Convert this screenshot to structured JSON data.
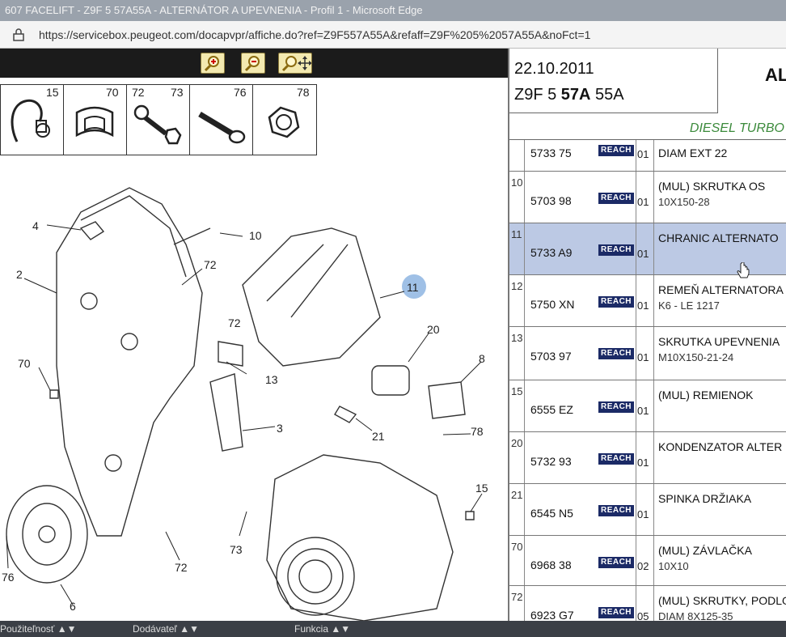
{
  "window": {
    "title": "607 FACELIFT - Z9F 5 57A55A - ALTERNÁTOR A UPEVNENIA - Profil 1 - Microsoft Edge"
  },
  "address": {
    "url": "https://servicebox.peugeot.com/docapvpr/affiche.do?ref=Z9F557A55A&refaff=Z9F%205%2057A55A&noFct=1"
  },
  "toolbar": {
    "zoom_in": "zoom-in",
    "zoom_out": "zoom-out",
    "zoom_pan": "zoom-pan"
  },
  "parts_strip": [
    {
      "num": "15",
      "icon": "clip-icon"
    },
    {
      "num": "70",
      "icon": "cotter-icon"
    },
    {
      "num": "72",
      "num2": "73",
      "icon": "bolt-nut-icon"
    },
    {
      "num": "76",
      "icon": "screw-icon"
    },
    {
      "num": "78",
      "icon": "nut-icon"
    }
  ],
  "diagram": {
    "callouts": [
      "4",
      "10",
      "72",
      "2",
      "72",
      "11",
      "70",
      "20",
      "8",
      "13",
      "3",
      "21",
      "78",
      "15",
      "73",
      "72",
      "76",
      "6"
    ]
  },
  "header": {
    "date": "22.10.2011",
    "code_a": "Z9F 5 ",
    "code_b": "57A",
    "code_c": " 55A",
    "title_partial": "AL",
    "engine": "DIESEL TURBO"
  },
  "rows": [
    {
      "ref": "",
      "pn": "5733 75",
      "reach": "REACH",
      "qty": "01",
      "desc": "DIAM EXT 22",
      "desc2": ""
    },
    {
      "ref": "10",
      "pn": "5703 98",
      "reach": "REACH",
      "qty": "01",
      "desc": "(MUL) SKRUTKA OS",
      "desc2": "10X150-28"
    },
    {
      "ref": "11",
      "pn": "5733 A9",
      "reach": "REACH",
      "qty": "01",
      "desc": "CHRANIC ALTERNATO",
      "desc2": ""
    },
    {
      "ref": "12",
      "pn": "5750 XN",
      "reach": "REACH",
      "qty": "01",
      "desc": "REMEŇ ALTERNATORA",
      "desc2": "K6 - LE 1217"
    },
    {
      "ref": "13",
      "pn": "5703 97",
      "reach": "REACH",
      "qty": "01",
      "desc": "SKRUTKA UPEVNENIA",
      "desc2": "M10X150-21-24"
    },
    {
      "ref": "15",
      "pn": "6555 EZ",
      "reach": "REACH",
      "qty": "01",
      "desc": "(MUL) REMIENOK",
      "desc2": ""
    },
    {
      "ref": "20",
      "pn": "5732 93",
      "reach": "REACH",
      "qty": "01",
      "desc": "KONDENZATOR ALTER",
      "desc2": ""
    },
    {
      "ref": "21",
      "pn": "6545 N5",
      "reach": "REACH",
      "qty": "01",
      "desc": "SPINKA DRŽIAKA",
      "desc2": ""
    },
    {
      "ref": "70",
      "pn": "6968 38",
      "reach": "REACH",
      "qty": "02",
      "desc": "(MUL) ZÁVLAČKA",
      "desc2": "10X10"
    },
    {
      "ref": "72",
      "pn": "6923 G7",
      "reach": "REACH",
      "qty": "05",
      "desc": "(MUL) SKRUTKY, PODLO",
      "desc2": "DIAM 8X125-35"
    }
  ],
  "statusbar": {
    "a": "Použiteľnosť ▲▼",
    "b": "Dodávateľ ▲▼",
    "c": "Funkcia ▲▼"
  }
}
